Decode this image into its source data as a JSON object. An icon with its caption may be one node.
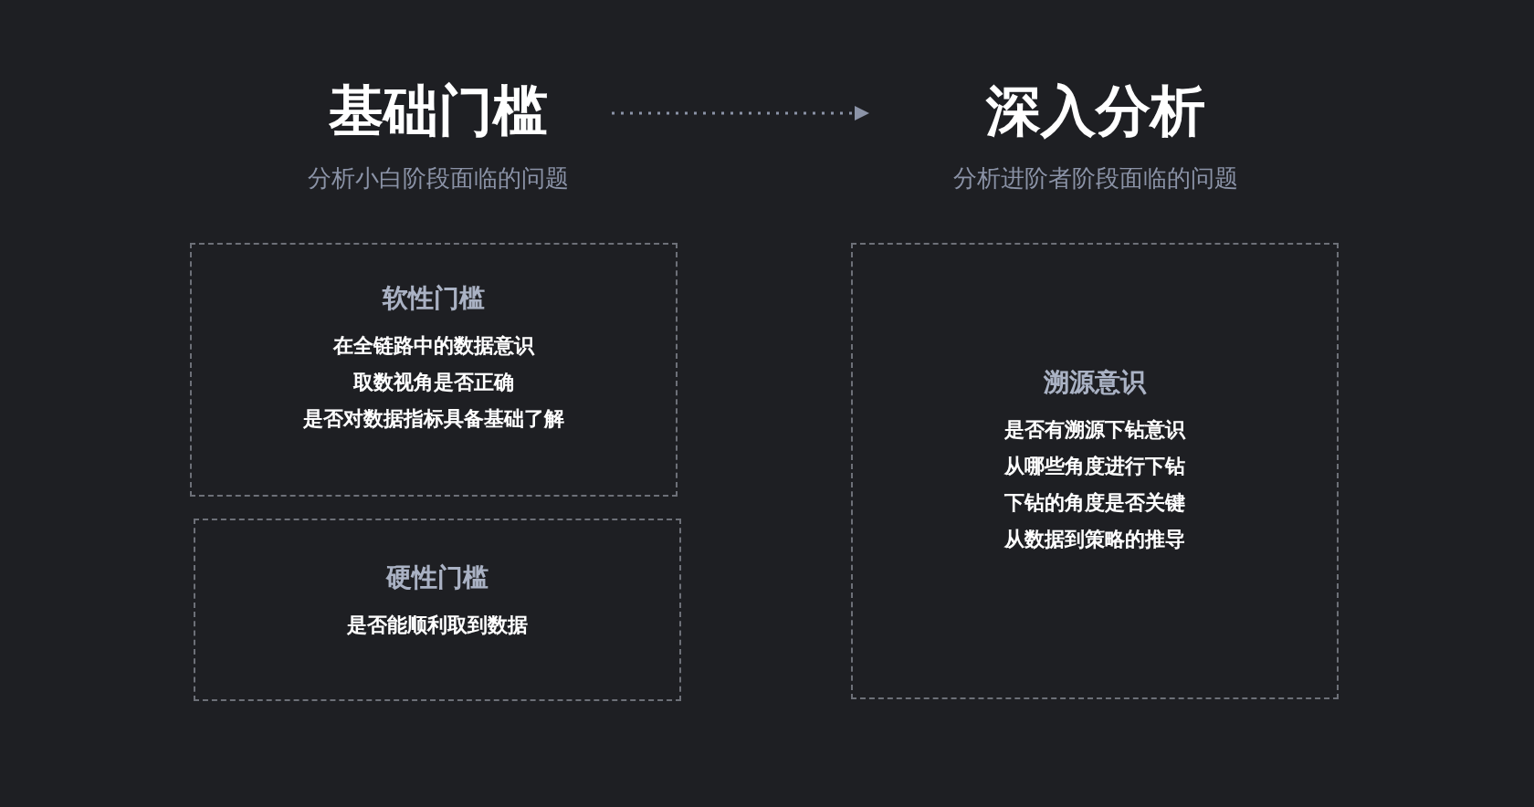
{
  "diagram": {
    "nodes": [
      {
        "text": [
          "基础门槛",
          "分析小白阶段面临的问题"
        ]
      },
      {
        "text": [
          "深入分析",
          "分析进阶者阶段面临的问题"
        ]
      },
      {
        "text": [
          "软性门槛",
          "在全链路中的数据意识",
          "取数视角是否正确",
          "是否对数据指标具备基础了解"
        ]
      },
      {
        "text": [
          "硬性门槛",
          "是否能顺利取到数据"
        ]
      },
      {
        "text": [
          "溯源意识",
          "是否有溯源下钻意识",
          "从哪些角度进行下钻",
          "下钻的角度是否关键",
          "从数据到策略的推导"
        ]
      }
    ],
    "edges": [
      {
        "from": 0,
        "to": 1,
        "arrow": "to",
        "style": "dashed"
      }
    ]
  }
}
